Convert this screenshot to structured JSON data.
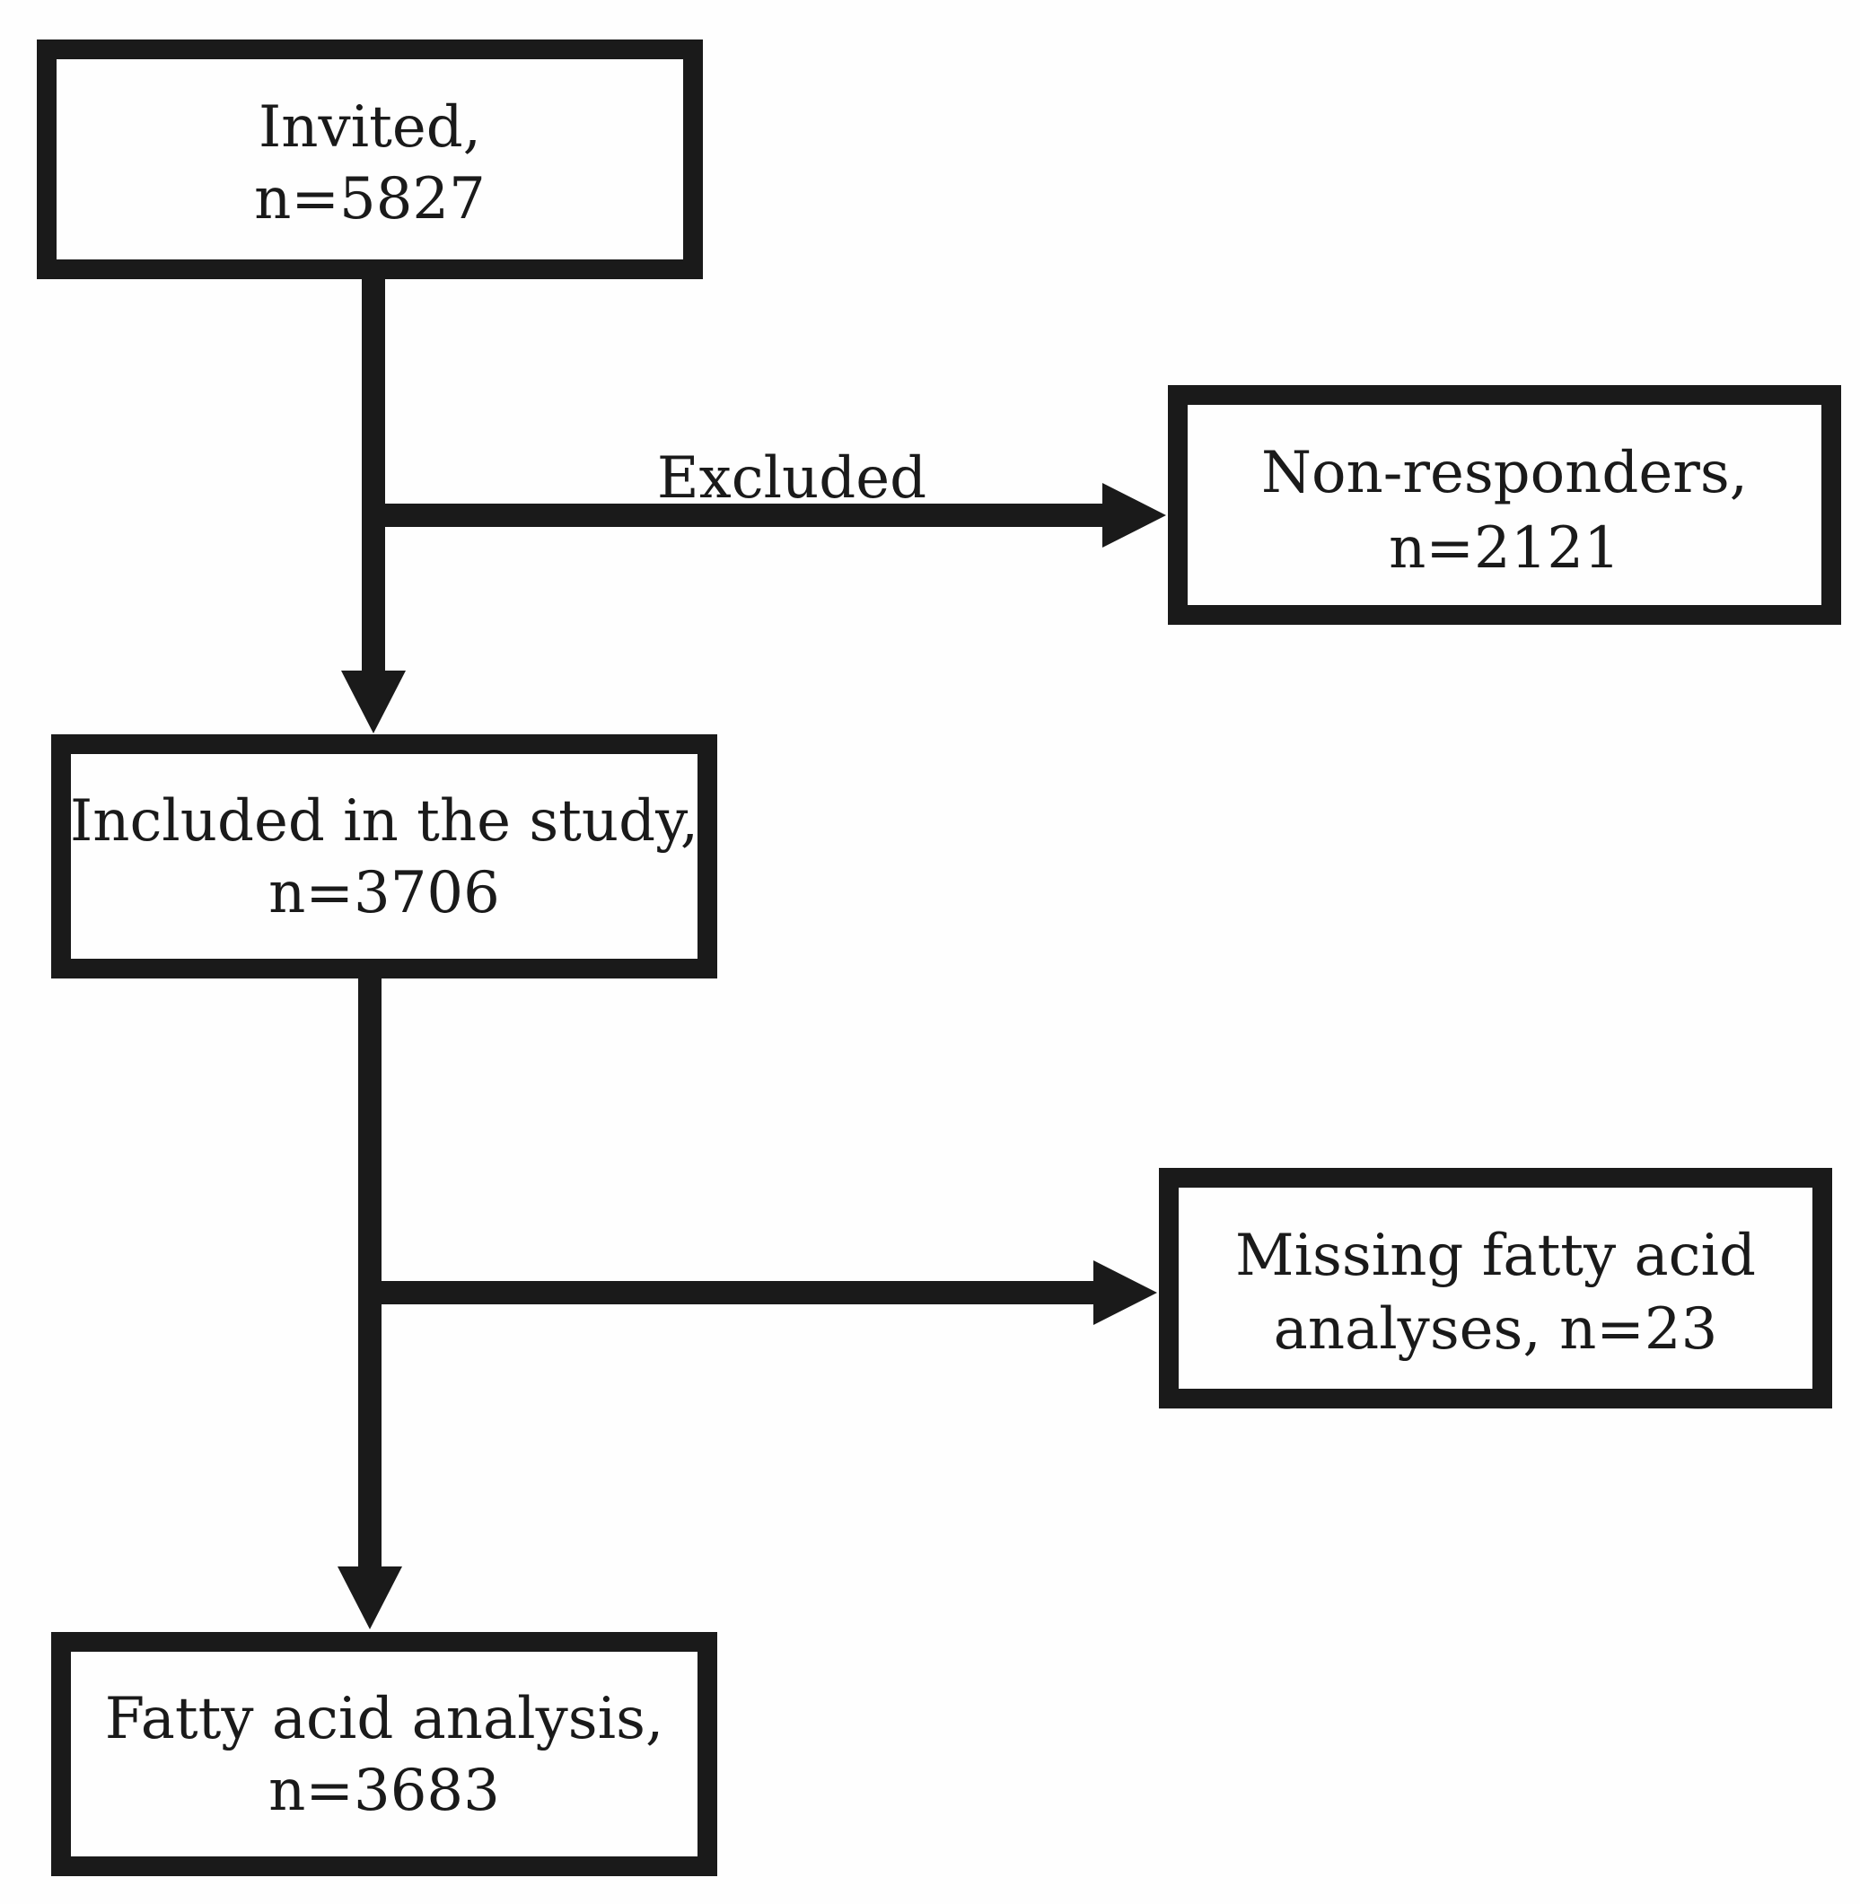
{
  "boxes": {
    "invited": {
      "label": "Invited,",
      "count": "n=5827"
    },
    "non_responders": {
      "label": "Non-responders,",
      "count": "n=2121"
    },
    "included": {
      "label": "Included in the study,",
      "count": "n=3706"
    },
    "missing": {
      "label": "Missing fatty acid",
      "count": "analyses, n=23"
    },
    "analysis": {
      "label": "Fatty acid analysis,",
      "count": "n=3683"
    }
  },
  "edges": {
    "excluded_label": "Excluded"
  },
  "colors": {
    "stroke": "#1a1a1a",
    "background": "#fefefe"
  }
}
